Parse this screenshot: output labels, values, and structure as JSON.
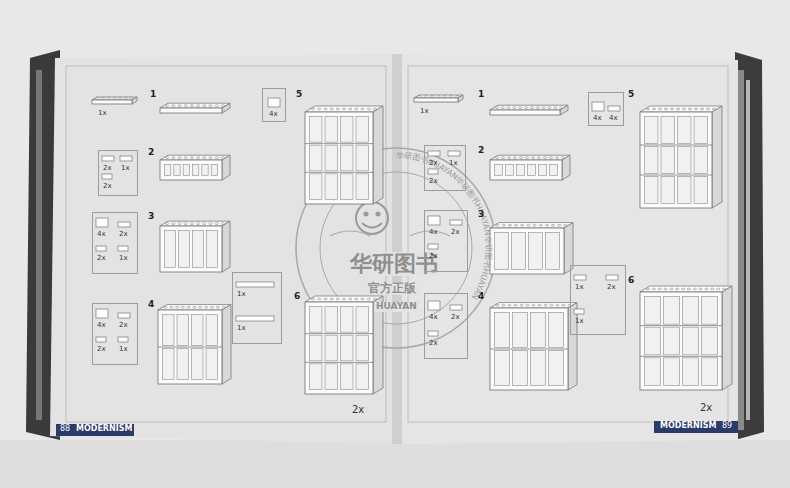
{
  "diagram": {
    "nodes": [
      {
        "text": [
          "2x",
          "1x",
          "2x"
        ]
      },
      {
        "text": [
          "4x",
          "2x",
          "2x",
          "1x"
        ]
      },
      {
        "text": [
          "4x",
          "2x",
          "2x",
          "1x"
        ]
      },
      {
        "text": [
          "4x"
        ]
      },
      {
        "text": [
          "1x",
          "1x"
        ]
      },
      {
        "text": [
          "2x",
          "1x",
          "2x"
        ]
      },
      {
        "text": [
          "4x",
          "2x",
          "2x"
        ]
      },
      {
        "text": [
          "4x",
          "2x",
          "2x"
        ]
      },
      {
        "text": [
          "4x",
          "4x"
        ]
      },
      {
        "text": [
          "1x",
          "2x",
          "1x"
        ]
      }
    ],
    "labels": [
      "1",
      "1x",
      "2",
      "3",
      "4",
      "5",
      "6",
      "2x",
      "88",
      "MODERNISM",
      "1",
      "1x",
      "2",
      "3",
      "4",
      "5",
      "6",
      "2x",
      "MODERNISM",
      "89",
      "华研图书",
      "官方正版",
      "HUAYAN",
      "华研图书HUAYAN华研图书HUAYAN华研图书HUAYAN"
    ]
  }
}
